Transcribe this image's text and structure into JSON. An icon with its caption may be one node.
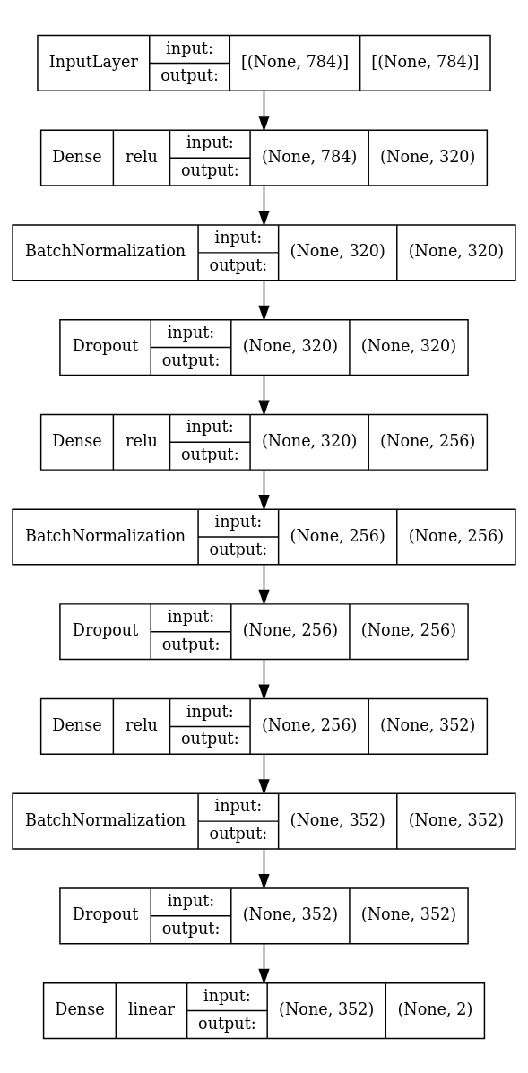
{
  "diagram": {
    "nodes": [
      {
        "text": [
          "InputLayer",
          "input:",
          "output:",
          "[(None, 784)]",
          "[(None, 784)]"
        ]
      },
      {
        "text": [
          "Dense",
          "relu",
          "input:",
          "output:",
          "(None, 784)",
          "(None, 320)"
        ]
      },
      {
        "text": [
          "BatchNormalization",
          "input:",
          "output:",
          "(None, 320)",
          "(None, 320)"
        ]
      },
      {
        "text": [
          "Dropout",
          "input:",
          "output:",
          "(None, 320)",
          "(None, 320)"
        ]
      },
      {
        "text": [
          "Dense",
          "relu",
          "input:",
          "output:",
          "(None, 320)",
          "(None, 256)"
        ]
      },
      {
        "text": [
          "BatchNormalization",
          "input:",
          "output:",
          "(None, 256)",
          "(None, 256)"
        ]
      },
      {
        "text": [
          "Dropout",
          "input:",
          "output:",
          "(None, 256)",
          "(None, 256)"
        ]
      },
      {
        "text": [
          "Dense",
          "relu",
          "input:",
          "output:",
          "(None, 256)",
          "(None, 352)"
        ]
      },
      {
        "text": [
          "BatchNormalization",
          "input:",
          "output:",
          "(None, 352)",
          "(None, 352)"
        ]
      },
      {
        "text": [
          "Dropout",
          "input:",
          "output:",
          "(None, 352)",
          "(None, 352)"
        ]
      },
      {
        "text": [
          "Dense",
          "linear",
          "input:",
          "output:",
          "(None, 352)",
          "(None, 2)"
        ]
      }
    ],
    "edges": [
      {
        "from": 0,
        "to": 1,
        "arrow": "to"
      },
      {
        "from": 1,
        "to": 2,
        "arrow": "to"
      },
      {
        "from": 2,
        "to": 3,
        "arrow": "to"
      },
      {
        "from": 3,
        "to": 4,
        "arrow": "to"
      },
      {
        "from": 4,
        "to": 5,
        "arrow": "to"
      },
      {
        "from": 5,
        "to": 6,
        "arrow": "to"
      },
      {
        "from": 6,
        "to": 7,
        "arrow": "to"
      },
      {
        "from": 7,
        "to": 8,
        "arrow": "to"
      },
      {
        "from": 8,
        "to": 9,
        "arrow": "to"
      },
      {
        "from": 9,
        "to": 10,
        "arrow": "to"
      }
    ]
  }
}
